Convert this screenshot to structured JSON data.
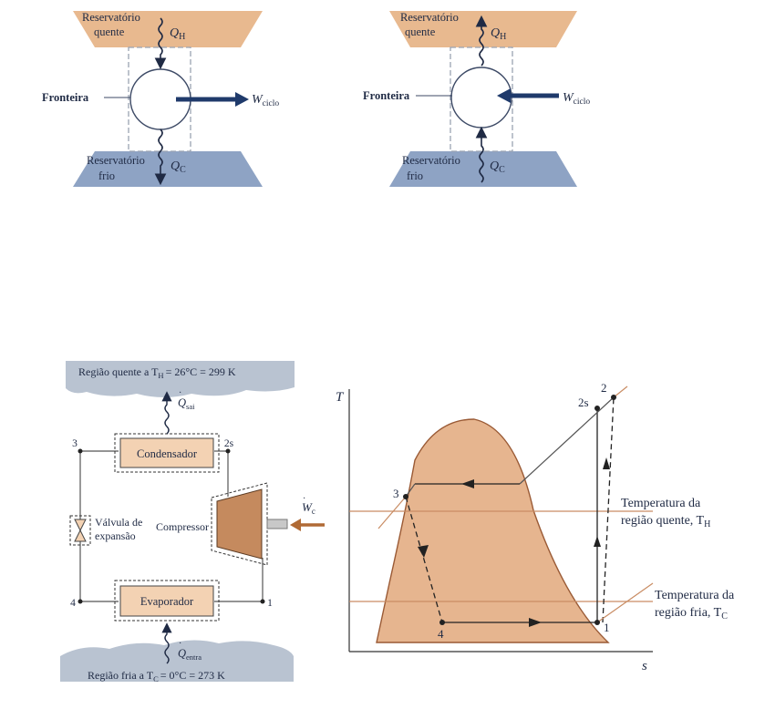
{
  "colors": {
    "hot": "#e8b98f",
    "cold": "#8ea3c4",
    "cold_region": "#b9c3d1",
    "box": "#f3d2b3",
    "dome": "#e6b58f",
    "dome_edge": "#9a5a35",
    "arrow": "#1f3a6b",
    "temp_line": "#c98c63",
    "wire": "#555555",
    "compressor_arrow": "#b06a35"
  },
  "engine": {
    "hot_label_1": "Reservatório",
    "hot_label_2": "quente",
    "qh": "Q",
    "qh_sub": "H",
    "cold_label_1": "Reservatório",
    "cold_label_2": "frio",
    "qc": "Q",
    "qc_sub": "C",
    "boundary": "Fronteira",
    "w": "W",
    "w_sub": "ciclo"
  },
  "fridge": {
    "hot_label_1": "Reservatório",
    "hot_label_2": "quente",
    "qh": "Q",
    "qh_sub": "H",
    "cold_label_1": "Reservatório",
    "cold_label_2": "frio",
    "qc": "Q",
    "qc_sub": "C",
    "boundary": "Fronteira",
    "w": "W",
    "w_sub": "ciclo"
  },
  "schematic": {
    "hot_region": "Região quente a T",
    "hot_region_sub": "H",
    "hot_region_value": "= 26°C = 299 K",
    "q_out": "Q",
    "q_out_sub": "sai",
    "condenser": "Condensador",
    "evaporator": "Evaporador",
    "compressor": "Compressor",
    "valve_1": "Válvula de",
    "valve_2": "expansão",
    "wc": "W",
    "wc_sub": "c",
    "q_in": "Q",
    "q_in_sub": "entra",
    "cold_region": "Região fria a T",
    "cold_region_sub": "C",
    "cold_region_value": "= 0°C = 273 K",
    "state_1": "1",
    "state_2s": "2s",
    "state_3": "3",
    "state_4": "4"
  },
  "ts_diagram": {
    "y_axis": "T",
    "x_axis": "s",
    "state_1": "1",
    "state_2": "2",
    "state_2s": "2s",
    "state_3": "3",
    "state_4": "4",
    "hot_temp_1": "Temperatura da",
    "hot_temp_2": "região quente, T",
    "hot_temp_sub": "H",
    "cold_temp_1": "Temperatura da",
    "cold_temp_2": "região fria, T",
    "cold_temp_sub": "C"
  }
}
